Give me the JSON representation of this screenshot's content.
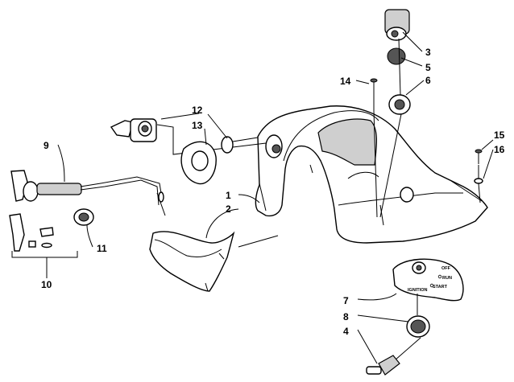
{
  "labels": {
    "l1": "1",
    "l2": "2",
    "l3": "3",
    "l4": "4",
    "l5": "5",
    "l6": "6",
    "l7": "7",
    "l8": "8",
    "l9": "9",
    "l10": "10",
    "l11": "11",
    "l12": "12",
    "l13": "13",
    "l14": "14",
    "l15": "15",
    "l16": "16"
  },
  "ignition_switch": {
    "off": "OFF",
    "run": "RUN",
    "start": "START",
    "ignition": "IGNITION"
  }
}
